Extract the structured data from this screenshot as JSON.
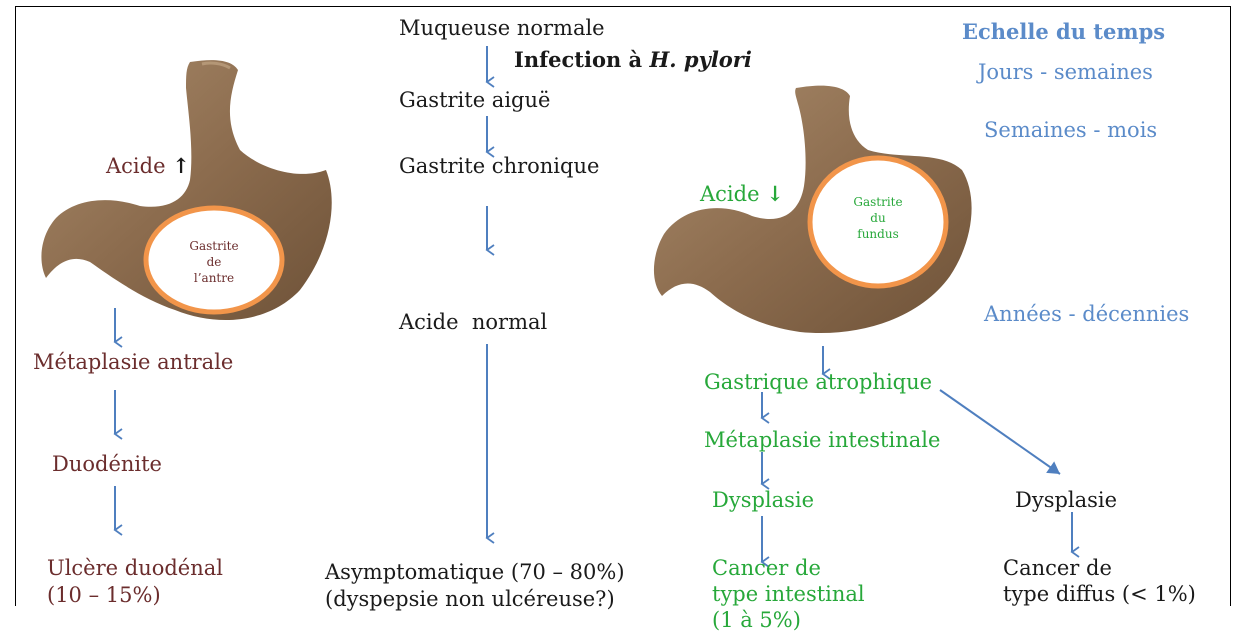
{
  "center": {
    "normal_mucosa": "Muqueuse normale",
    "infection_prefix": "Infection à ",
    "infection_organism": "H. pylori",
    "acute_gastritis": "Gastrite aiguë",
    "chronic_gastritis": "Gastrite chronique",
    "normal_acid": "Acide  normal",
    "asymptomatic_line1": "Asymptomatique (70 – 80%)",
    "asymptomatic_line2": "(dyspepsie non ulcéreuse?)"
  },
  "left": {
    "acid_label": "Acide",
    "acid_arrow": "↑",
    "circle_line1": "Gastrite",
    "circle_line2": "de",
    "circle_line3": "l’antre",
    "step1": "Métaplasie antrale",
    "step2": "Duodénite",
    "step3_line1": "Ulcère duodénal",
    "step3_line2": "(10 – 15%)"
  },
  "right": {
    "acid_label": "Acide",
    "acid_arrow": "↓",
    "circle_line1": "Gastrite",
    "circle_line2": "du",
    "circle_line3": "fundus",
    "step1": "Gastrique atrophique",
    "step2": "Métaplasie intestinale",
    "step3": "Dysplasie",
    "cancer_int_line1": "Cancer de",
    "cancer_int_line2": "type intestinal",
    "cancer_int_line3": "(1 à 5%)",
    "dysplasia_diffuse": "Dysplasie",
    "cancer_diff_line1": "Cancer de",
    "cancer_diff_line2": "type diffus (< 1%)"
  },
  "timescale": {
    "title": "Echelle du temps",
    "t1": "Jours - semaines",
    "t2": "Semaines - mois",
    "t3": "Années - décennies"
  },
  "colors": {
    "arrow": "#4f7fbf",
    "stomach": "#8a6a4c",
    "circle": "#f2954a",
    "green_text": "#27a83a",
    "maroon_text": "#6b2d2d",
    "time_text": "#5b8bc9"
  }
}
